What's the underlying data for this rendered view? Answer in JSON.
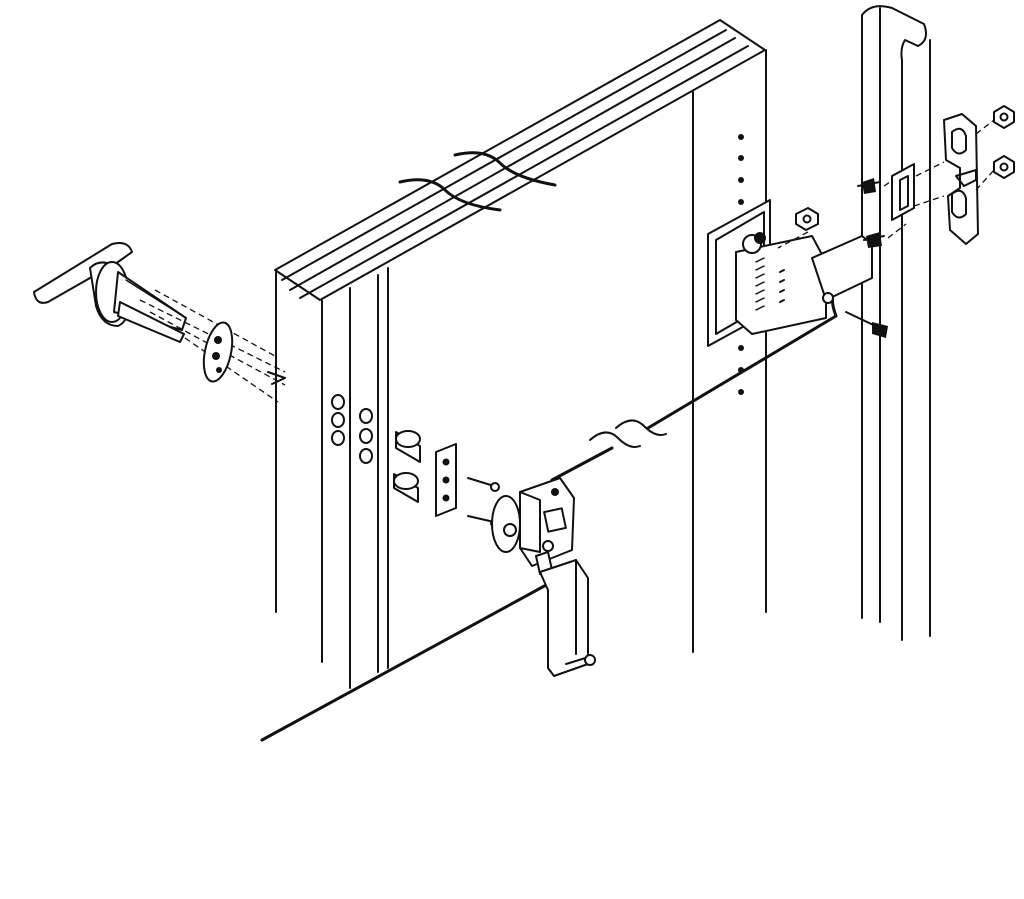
{
  "diagram": {
    "kind": "exploded assembly line drawing",
    "palette": {
      "ink": "#111111",
      "paper": "#ffffff"
    },
    "parts": [
      "t-handle",
      "handle-escutcheon",
      "door-frame",
      "spacer-tubes",
      "backplate",
      "latch-assembly",
      "bolt-guide",
      "connecting-rod",
      "hinge-bracket",
      "strike-plate",
      "keeper",
      "hex-nut",
      "screw"
    ]
  }
}
